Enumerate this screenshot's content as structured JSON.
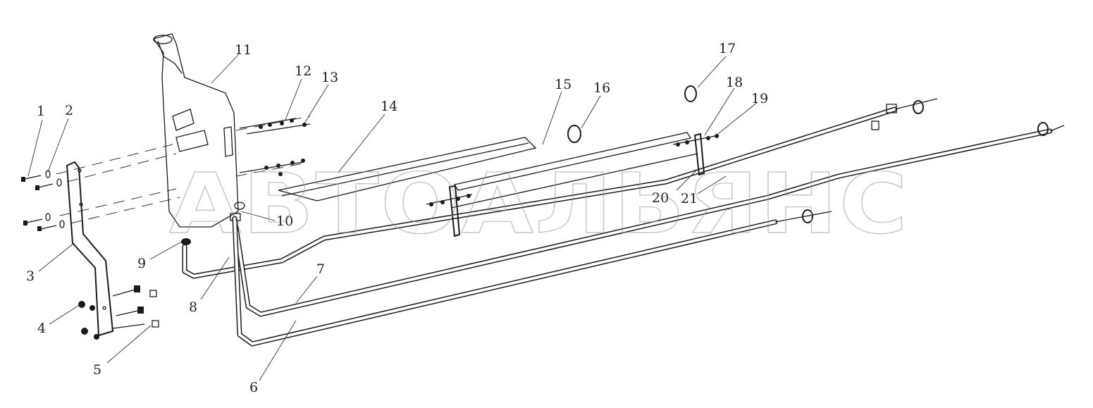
{
  "watermark": "АВТОАЛЬЯНС",
  "part_labels": [
    "1",
    "2",
    "3",
    "4",
    "5",
    "6",
    "7",
    "8",
    "9",
    "10",
    "11",
    "12",
    "13",
    "14",
    "15",
    "16",
    "17",
    "18",
    "19",
    "20",
    "21"
  ]
}
